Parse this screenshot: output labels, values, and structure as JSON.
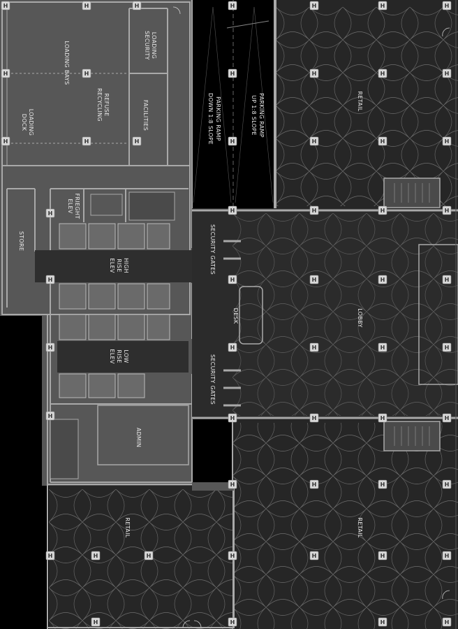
{
  "colors": {
    "background": "#000000",
    "service_fill": "#575757",
    "lobby_fill": "#2b2b2b",
    "retail_fill": "#262626",
    "ramp_fill": "#000000",
    "wall": "#a9a9a9",
    "core_fill": "#2e2e2e",
    "column_fill": "#d8d8d8",
    "column_text": "#333333"
  },
  "column_marker": "H",
  "rooms": {
    "loading_bays": "LOADING BAYS",
    "loading_dock": [
      "LOADING",
      "DOCK"
    ],
    "refuse_recycling": [
      "REFUSE",
      "RECYCLING"
    ],
    "loading_security": [
      "LOADING",
      "SECURITY"
    ],
    "facilities": "FACILITIES",
    "parking_ramp_down": [
      "PARKING RAMP",
      "DOWN  1:8 SLOPE"
    ],
    "parking_ramp_up": [
      "PARKING RAMP",
      "UP  1:8 SLOPE"
    ],
    "retail_ne": "RETAIL",
    "freight_elev": [
      "FRIEGHT",
      "ELEV"
    ],
    "store": "STORE",
    "high_rise_elev": [
      "HIGH",
      "RISE",
      "ELEV"
    ],
    "security_gates_n": "SECURITY GATES",
    "desk": "DESK",
    "lobby": "LOBBY",
    "low_rise_elev": [
      "LOW",
      "RISE",
      "ELEV"
    ],
    "security_gates_s": "SECURITY GATES",
    "admin": "ADMIN",
    "retail_sw": "RETAIL",
    "retail_se": "RETAIL"
  }
}
